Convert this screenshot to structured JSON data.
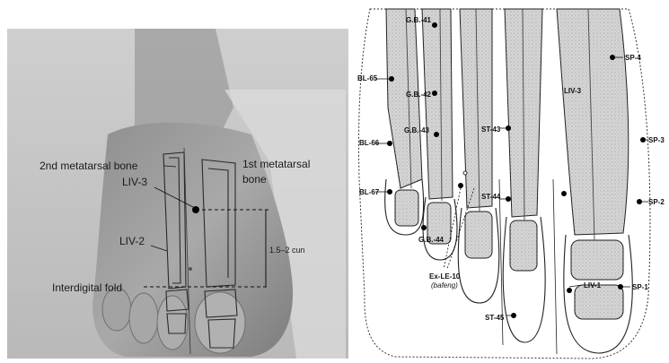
{
  "left_panel": {
    "labels": {
      "second_metatarsal": "2nd metatarsal bone",
      "first_metatarsal_line1": "1st metatarsal",
      "first_metatarsal_line2": "bone",
      "liv3": "LIV-3",
      "liv2": "LIV-2",
      "measure": "1.5–2 cun",
      "interdigital_fold": "Interdigital fold"
    }
  },
  "right_panel": {
    "points": {
      "gb41": "G.B.-41",
      "gb42": "G.B.-42",
      "gb43": "G.B.-43",
      "gb44": "G.B.-44",
      "bl65": "BL-65",
      "bl66": "BL-66",
      "bl67": "BL-67",
      "st43": "ST-43",
      "st44": "ST-44",
      "st45": "ST-45",
      "liv3": "LIV-3",
      "liv1": "LIV-1",
      "sp4": "SP-4",
      "sp3": "SP-3",
      "sp2": "SP-2",
      "sp1": "SP-1",
      "exle10_line1": "Ex-LE-10",
      "exle10_line2": "(bafeng)"
    }
  },
  "colors": {
    "photo_bg": "#c9c9c9",
    "skin": "#9d9d9d",
    "bone_fill": "#dcdcdc",
    "line": "#1a1a1a"
  }
}
